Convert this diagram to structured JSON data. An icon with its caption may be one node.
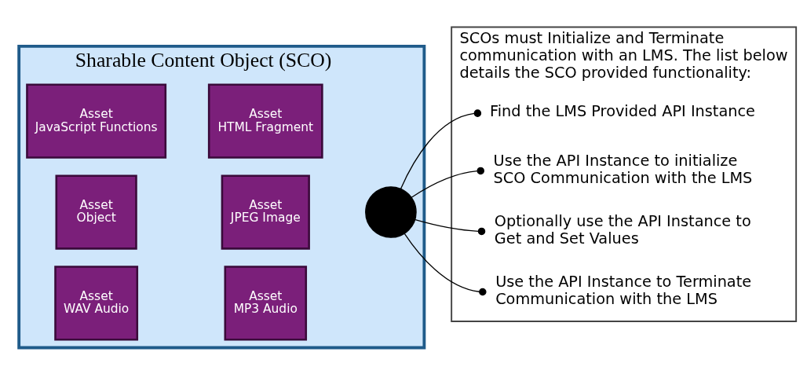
{
  "diagram": {
    "nodes": [
      {
        "text": [
          "Sharable Content Object (SCO)"
        ]
      },
      {
        "text": [
          "Asset",
          "JavaScript Functions"
        ],
        "in": 0
      },
      {
        "text": [
          "Asset",
          "HTML Fragment"
        ],
        "in": 0
      },
      {
        "text": [
          "Asset",
          "Object"
        ],
        "in": 0
      },
      {
        "text": [
          "Asset",
          "JPEG Image"
        ],
        "in": 0
      },
      {
        "text": [
          "Asset",
          "WAV Audio"
        ],
        "in": 0
      },
      {
        "text": [
          "Asset",
          "MP3 Audio"
        ],
        "in": 0
      },
      {
        "text": [],
        "shape": "circle",
        "in": 0
      },
      {
        "text": [
          "SCOs must Initialize and Terminate communication with an LMS. The list below details the SCO provided functionality:"
        ]
      },
      {
        "text": [
          "Find the LMS Provided API Instance"
        ],
        "in": 8
      },
      {
        "text": [
          "Use the API Instance to initialize SCO Communication with the LMS"
        ],
        "in": 8
      },
      {
        "text": [
          "Optionally use the API Instance to Get and Set Values"
        ],
        "in": 8
      },
      {
        "text": [
          "Use the API Instance to Terminate Communication with the LMS"
        ],
        "in": 8
      }
    ],
    "edges": [
      {
        "from": 7,
        "to": 9,
        "arrow": "other"
      },
      {
        "from": 7,
        "to": 10,
        "arrow": "other"
      },
      {
        "from": 7,
        "to": 11,
        "arrow": "other"
      },
      {
        "from": 7,
        "to": 12,
        "arrow": "other"
      }
    ]
  }
}
